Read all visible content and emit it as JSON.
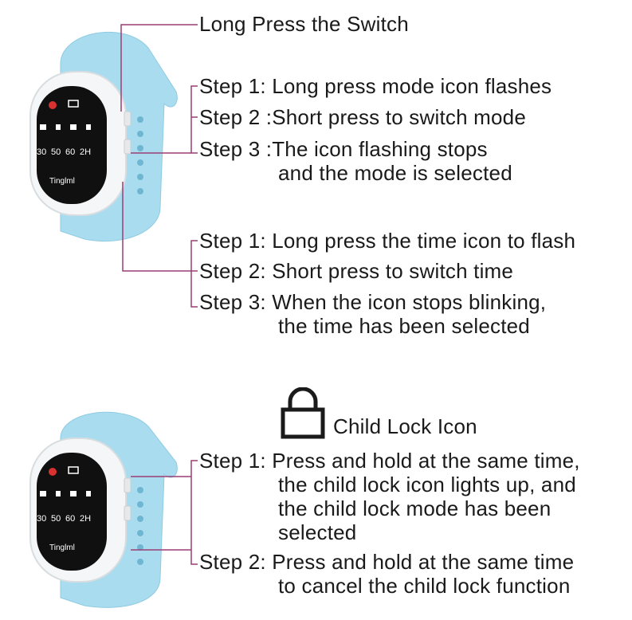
{
  "watch_screen": {
    "row1": [
      "30",
      "50",
      "60",
      "2H"
    ],
    "brand": "Tinglml"
  },
  "section_switch": {
    "title": "Long Press the Switch",
    "mode_steps": [
      "Step 1: Long press mode icon flashes",
      "Step 2 :Short press to switch mode",
      "Step 3 :The icon flashing stops",
      "and the mode is selected"
    ],
    "time_steps": [
      "Step 1: Long press the time icon to flash",
      "Step 2: Short press to switch time",
      "Step 3: When the icon stops blinking,",
      "the time has been selected"
    ]
  },
  "section_lock": {
    "icon": "padlock-icon",
    "title": "Child Lock Icon",
    "steps": [
      "Step 1: Press and hold at the same time,",
      "the child lock icon lights up, and",
      "the child lock mode has been",
      "selected",
      "Step 2: Press and hold at the same time",
      "to cancel the child lock function"
    ]
  },
  "colors": {
    "leader_line": "#9b3f74",
    "strap": "#a9dcef",
    "screen": "#101010",
    "case": "#f4f6f7"
  }
}
